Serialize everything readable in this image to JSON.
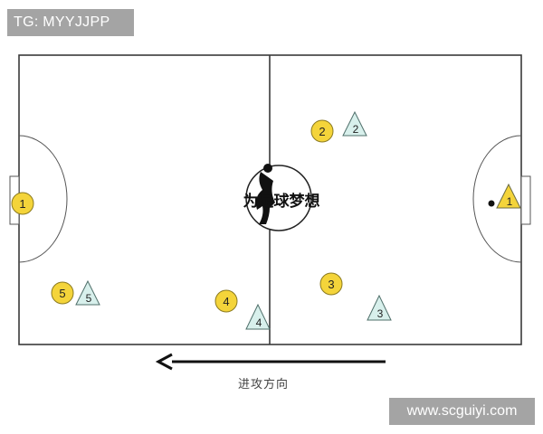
{
  "top_tag": "TG: MYYJJPP",
  "bottom_watermark": "www.scguiyi.com",
  "direction_label": "进攻方向",
  "logo_text": "为足球梦想",
  "team_circle": {
    "color": "#f4d43a",
    "players": [
      "1",
      "2",
      "3",
      "4",
      "5"
    ]
  },
  "team_triangle": {
    "color": "#d8f0ec",
    "players": [
      "1",
      "2",
      "3",
      "4",
      "5"
    ]
  },
  "goalkeeper_triangle_color": "#f4d43a"
}
